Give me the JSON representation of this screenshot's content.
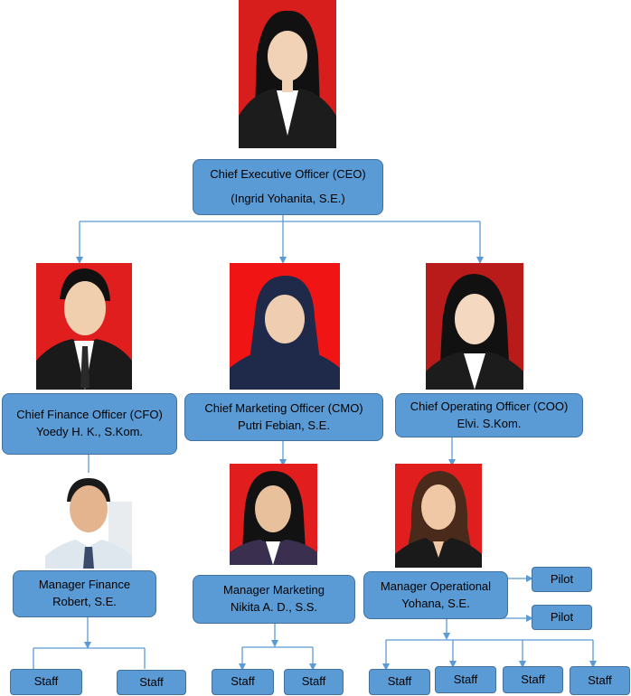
{
  "colors": {
    "box_fill": "#5b9bd5",
    "box_border": "#41719c",
    "connector": "#5b9bd5",
    "photo_bg_red": "#e01e1e",
    "photo_bg_white": "#ffffff"
  },
  "ceo": {
    "title": "Chief Executive Officer (CEO)",
    "name": "(Ingrid Yohanita, S.E.)"
  },
  "cfo": {
    "title": "Chief Finance Officer (CFO)",
    "name": "Yoedy H. K., S.Kom."
  },
  "cmo": {
    "title": "Chief Marketing Officer (CMO)",
    "name": "Putri Febian, S.E."
  },
  "coo": {
    "title": "Chief Operating Officer (COO)",
    "name": "Elvi. S.Kom."
  },
  "manager_finance": {
    "title": "Manager Finance",
    "name": "Robert, S.E."
  },
  "manager_marketing": {
    "title": "Manager Marketing",
    "name": "Nikita A. D., S.S."
  },
  "manager_operational": {
    "title": "Manager Operational",
    "name": "Yohana, S.E."
  },
  "pilots": [
    "Pilot",
    "Pilot"
  ],
  "staff": {
    "finance": [
      "Staff",
      "Staff"
    ],
    "marketing": [
      "Staff",
      "Staff"
    ],
    "operational": [
      "Staff",
      "Staff",
      "Staff",
      "Staff"
    ]
  }
}
